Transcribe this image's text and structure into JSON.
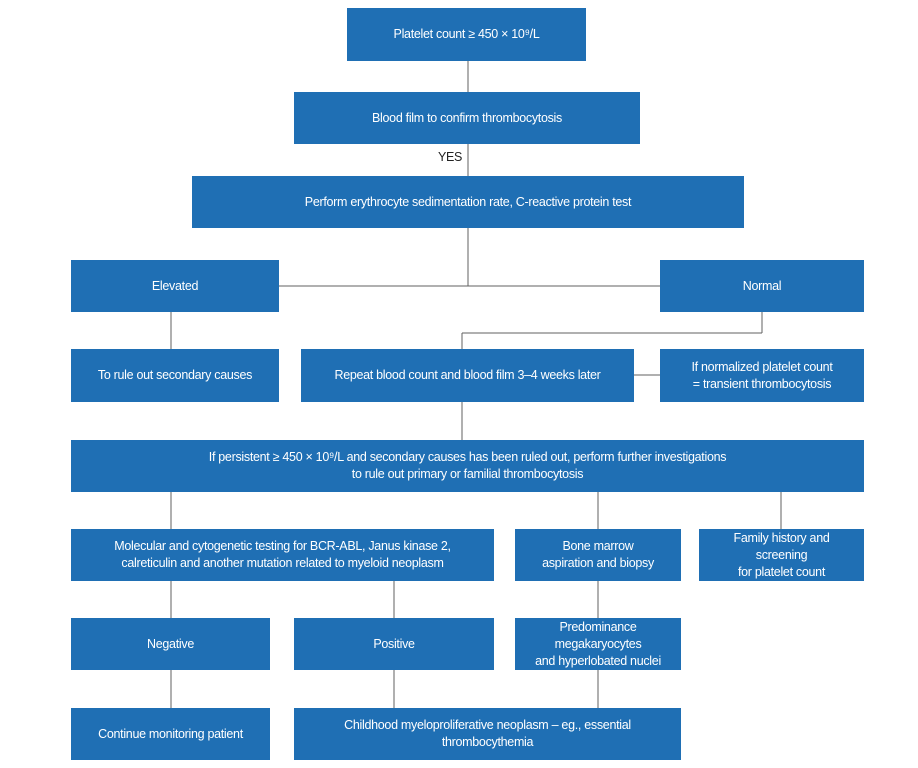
{
  "flowchart": {
    "platelet_count": "Platelet count ≥ 450 × 10⁹/L",
    "blood_film": "Blood film to confirm thrombocytosis",
    "yes_label": "YES",
    "esr_crp": "Perform erythrocyte sedimentation rate, C-reactive protein test",
    "elevated": "Elevated",
    "normal": "Normal",
    "secondary_causes": "To rule out secondary causes",
    "repeat_count": "Repeat blood count and blood film 3–4 weeks later",
    "transient": "If normalized platelet count\n= transient thrombocytosis",
    "persistent": "If persistent ≥ 450 × 10⁹/L and secondary causes has been ruled out, perform further investigations\nto rule out primary or familial thrombocytosis",
    "molecular": "Molecular and cytogenetic testing for BCR-ABL, Janus kinase 2,\ncalreticulin and another mutation related to myeloid neoplasm",
    "bone_marrow": "Bone marrow\naspiration and biopsy",
    "family_history": "Family history and screening\nfor platelet count",
    "negative": "Negative",
    "positive": "Positive",
    "megakaryocytes": "Predominance megakaryocytes\nand hyperlobated nuclei",
    "continue_monitoring": "Continue monitoring patient",
    "childhood_mpn": "Childhood myeloproliferative neoplasm – eg., essential thrombocythemia"
  },
  "colors": {
    "box_fill": "#1f6fb4",
    "box_text": "#ffffff",
    "connector": "#606060",
    "label_text": "#222222"
  }
}
